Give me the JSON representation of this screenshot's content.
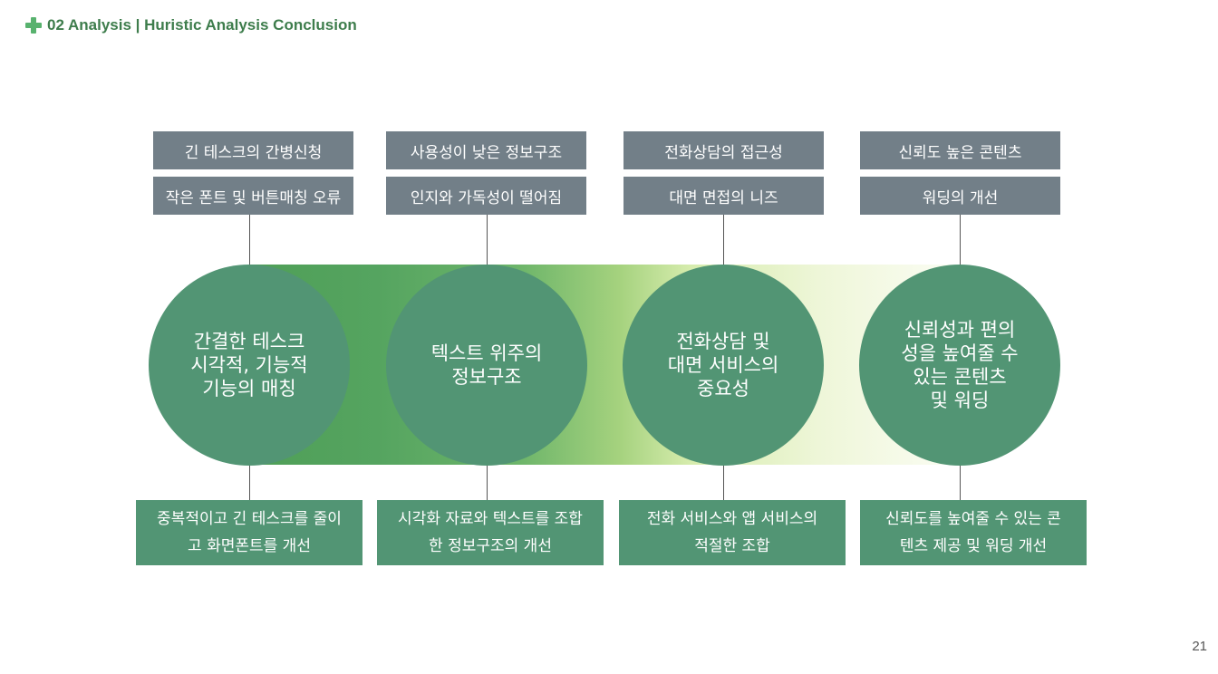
{
  "header": {
    "title": "02 Analysis | Huristic Analysis Conclusion",
    "icon": "plus-icon",
    "accent_color": "#58b26e"
  },
  "colors": {
    "circle": "#529574",
    "gray_box": "#727f88",
    "green_box": "#529574",
    "band_start": "#4f9f57",
    "band_end": "#fbfdf4"
  },
  "columns": [
    {
      "problem_top": "긴 테스크의 간병신청",
      "problem_bottom": "작은 폰트 및 버튼매칭 오류",
      "circle": "간결한 테스크\n시각적, 기능적\n기능의 매칭",
      "solution_line1": "중복적이고 긴 테스크를 줄이",
      "solution_line2": "고 화면폰트를 개선"
    },
    {
      "problem_top": "사용성이 낮은 정보구조",
      "problem_bottom": "인지와 가독성이 떨어짐",
      "circle": "텍스트 위주의\n정보구조",
      "solution_line1": "시각화 자료와 텍스트를 조합",
      "solution_line2": "한 정보구조의 개선"
    },
    {
      "problem_top": "전화상담의 접근성",
      "problem_bottom": "대면 면접의 니즈",
      "circle": "전화상담 및\n대면 서비스의\n중요성",
      "solution_line1": "전화 서비스와 앱 서비스의",
      "solution_line2": "적절한 조합"
    },
    {
      "problem_top": "신뢰도 높은 콘텐츠",
      "problem_bottom": "워딩의 개선",
      "circle": "신뢰성과 편의\n성을 높여줄 수\n있는 콘텐츠\n및 워딩",
      "solution_line1": "신뢰도를 높여줄 수 있는 콘",
      "solution_line2": "텐츠 제공 및 워딩 개선"
    }
  ],
  "page_number": "21"
}
